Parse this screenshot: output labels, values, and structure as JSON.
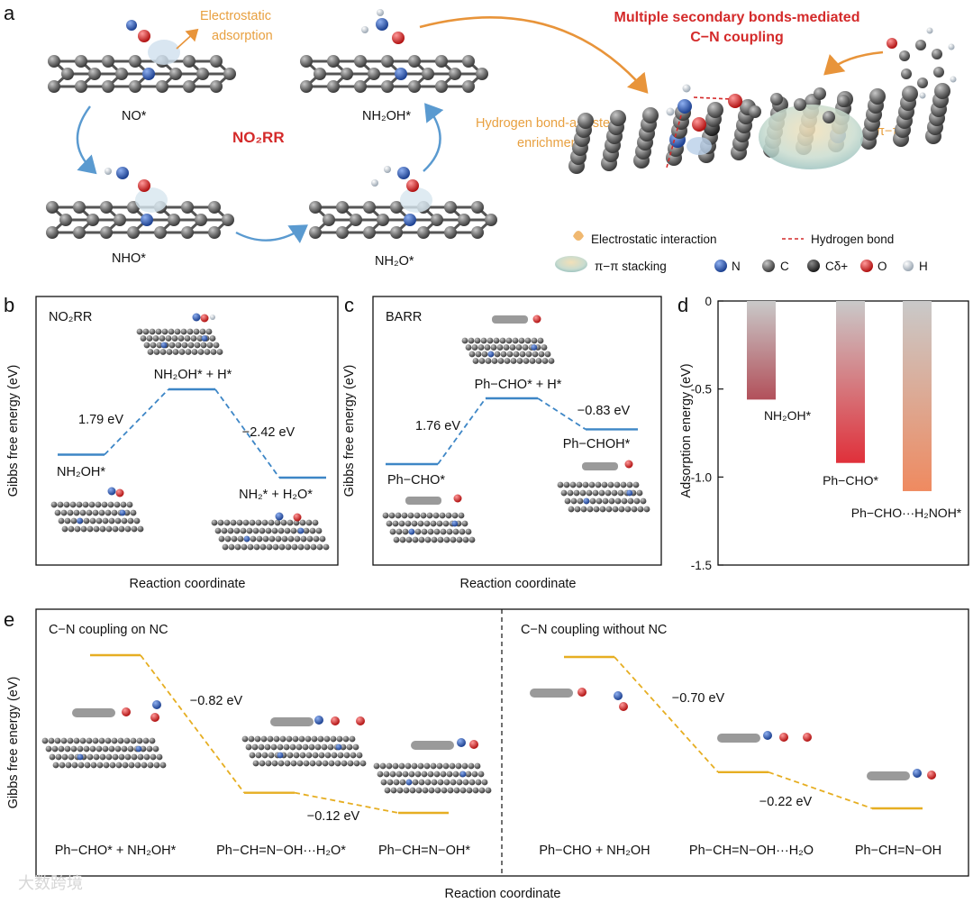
{
  "panel_a": {
    "letter": "a",
    "steps": {
      "no": "NO*",
      "nho": "NHO*",
      "nh2o": "NH₂O*",
      "nh2oh": "NH₂OH*"
    },
    "electrostatic_adsorption": [
      "Electrostatic",
      "adsorption"
    ],
    "cycle_label": "NO₂RR",
    "title": [
      "Multiple secondary bonds-mediated",
      "C−N coupling"
    ],
    "hbond_enrichment": [
      "Hydrogen bond-assisted",
      "enrichment"
    ],
    "pi_pi": "π−π",
    "legend": {
      "electrostatic": "Electrostatic interaction",
      "hbond": "Hydrogen bond",
      "stacking": "π−π stacking",
      "n": "N",
      "c": "C",
      "cdelta": "Cδ+",
      "o": "O",
      "h": "H"
    },
    "colors": {
      "N": "#2a58b8",
      "C": "#7a7a7a",
      "Cdelta": "#3a3a3a",
      "O": "#e02a2a",
      "H": "#c8d2dc",
      "orange": "#e8a040",
      "red": "#d42a2a"
    }
  },
  "chart_data": [
    {
      "panel": "b",
      "type": "line",
      "tag": "NO₂RR",
      "ylabel": "Gibbs free energy (eV)",
      "xlabel": "Reaction coordinate",
      "states": [
        "NH₂OH*",
        "NH₂OH* + H*",
        "NH₂* + H₂O*"
      ],
      "steps": [
        "1.79 eV",
        "−2.42 eV"
      ],
      "energies": [
        0,
        1.79,
        -0.63
      ]
    },
    {
      "panel": "c",
      "type": "line",
      "tag": "BARR",
      "ylabel": "Gibbs free energy (eV)",
      "xlabel": "Reaction coordinate",
      "states": [
        "Ph−CHO*",
        "Ph−CHO* + H*",
        "Ph−CHOH*"
      ],
      "steps": [
        "1.76 eV",
        "−0.83 eV"
      ],
      "energies": [
        0,
        1.76,
        0.93
      ]
    },
    {
      "panel": "d",
      "type": "bar",
      "ylabel": "Adsorption energy (eV)",
      "categories": [
        "NH₂OH*",
        "Ph−CHO*",
        "Ph−CHO···H₂NOH*"
      ],
      "values": [
        -0.56,
        -0.92,
        -1.08
      ],
      "ylim": [
        -1.5,
        0
      ],
      "yticks": [
        "0",
        "-0.5",
        "-1.0",
        "-1.5"
      ]
    },
    {
      "panel": "e",
      "type": "line",
      "ylabel": "Gibbs free energy (eV)",
      "xlabel": "Reaction coordinate",
      "sections": [
        {
          "title": "C−N coupling on NC",
          "states": [
            "Ph−CHO* + NH₂OH*",
            "Ph−CH=N−OH···H₂O*",
            "Ph−CH=N−OH*"
          ],
          "steps": [
            "−0.82 eV",
            "−0.12 eV"
          ],
          "energies": [
            0,
            -0.82,
            -0.94
          ]
        },
        {
          "title": "C−N coupling without NC",
          "states": [
            "Ph−CHO + NH₂OH",
            "Ph−CH=N−OH···H₂O",
            "Ph−CH=N−OH"
          ],
          "steps": [
            "−0.70 eV",
            "−0.22 eV"
          ],
          "energies": [
            0,
            -0.7,
            -0.92
          ]
        }
      ]
    }
  ],
  "panel_letters": {
    "b": "b",
    "c": "c",
    "d": "d",
    "e": "e"
  },
  "watermark": "大数跨境"
}
